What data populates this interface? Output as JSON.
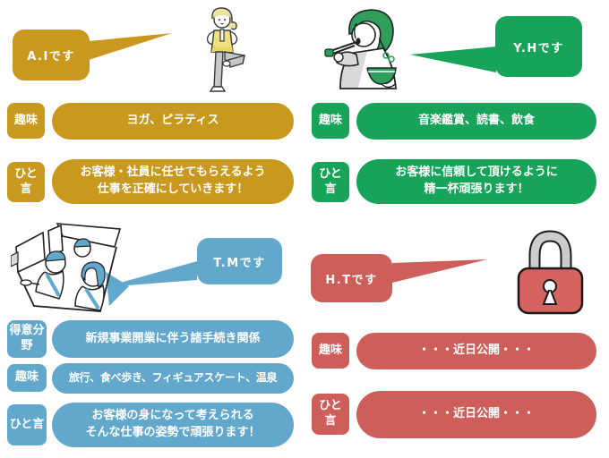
{
  "page": {
    "background": "#ffffff",
    "kind": "staff-introduction-infographic"
  },
  "colors": {
    "gold": "#C9991F",
    "green": "#17A45A",
    "blue": "#62A8CC",
    "red": "#CE5E5A",
    "text_on_color": "#ffffff"
  },
  "profiles": [
    {
      "id": "ai",
      "intro_bubble": "A.Iです",
      "illustration": "yoga-person-illustration",
      "rows": [
        {
          "label": "趣味",
          "value": "ヨガ、ピラティス"
        },
        {
          "label": "ひと言",
          "value": "お客様・社員に任せてもらえるよう\n仕事を正確にしていきます！"
        }
      ]
    },
    {
      "id": "yh",
      "intro_bubble": "Y.Hです",
      "illustration": "eating-person-illustration",
      "rows": [
        {
          "label": "趣味",
          "value": "音楽鑑賞、読書、飲食"
        },
        {
          "label": "ひと言",
          "value": "お客様に信頼して頂けるように\n精一杯頑張ります！"
        }
      ]
    },
    {
      "id": "tm",
      "intro_bubble": "T.Mです",
      "illustration": "car-passengers-illustration",
      "rows": [
        {
          "label": "得意分野",
          "value": "新規事業開業に伴う諸手続き関係"
        },
        {
          "label": "趣味",
          "value": "旅行、食べ歩き、フィギュアスケート、温泉"
        },
        {
          "label": "ひと言",
          "value": "お客様の身になって考えられる\nそんな仕事の姿勢で頑張ります！"
        }
      ]
    },
    {
      "id": "ht",
      "intro_bubble": "H.Tです",
      "illustration": "padlock-illustration",
      "rows": [
        {
          "label": "趣味",
          "value": "・・・近日公開・・・"
        },
        {
          "label": "ひと言",
          "value": "・・・近日公開・・・"
        }
      ]
    }
  ]
}
